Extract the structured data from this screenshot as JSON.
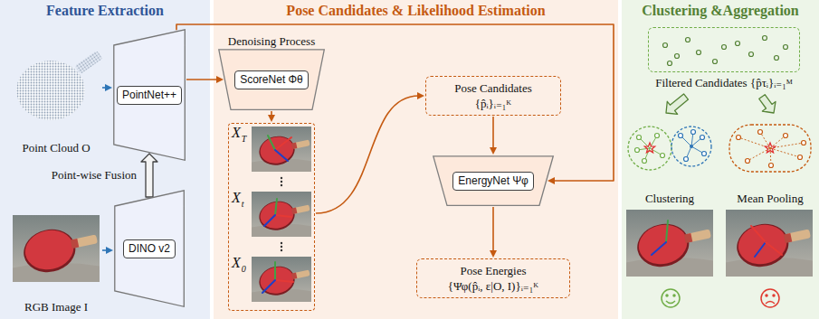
{
  "diagram": {
    "nodes": [
      {
        "text": [
          "Feature Extraction"
        ]
      },
      {
        "text": [
          "Point Cloud O"
        ],
        "in": 0
      },
      {
        "text": [
          "PointNet++"
        ],
        "in": 0
      },
      {
        "text": [
          "DINO v2"
        ],
        "in": 0
      },
      {
        "text": [
          "RGB Image I"
        ],
        "in": 0
      },
      {
        "text": [
          "Pose Candidates & Likelihood Estimation"
        ]
      },
      {
        "text": [
          "Denoising Process",
          "ScoreNet Φθ"
        ],
        "in": 5
      },
      {
        "text": [
          "XT",
          "Xt",
          "X0"
        ],
        "in": 5
      },
      {
        "text": [
          "Pose Candidates",
          "{p̂ᵢ}ᵢ₌₁ᴷ"
        ],
        "in": 5
      },
      {
        "text": [
          "EnergyNet Ψφ"
        ],
        "in": 5
      },
      {
        "text": [
          "Pose Energies",
          "{Ψφ(p̂ᵢ, ε|O, I)}ᵢ₌₁ᴷ"
        ],
        "in": 5
      },
      {
        "text": [
          "Clustering &Aggregation"
        ]
      },
      {
        "text": [
          "Filtered Candidates {p̂τᵢ}ᵢ₌₁ᴹ"
        ],
        "in": 11
      },
      {
        "text": [
          "Clustering"
        ],
        "in": 11
      },
      {
        "text": [
          "Mean Pooling"
        ],
        "in": 11
      }
    ],
    "edges": [
      {
        "from": 1,
        "to": 2,
        "arrow": "to"
      },
      {
        "from": 4,
        "to": 3,
        "arrow": "to"
      },
      {
        "from": 3,
        "to": 2,
        "arrow": "to",
        "label": "Point-wise Fusion"
      },
      {
        "from": 2,
        "to": 6,
        "arrow": "to"
      },
      {
        "from": 2,
        "to": 9,
        "arrow": "to"
      },
      {
        "from": 6,
        "to": 7,
        "arrow": "to"
      },
      {
        "from": 7,
        "to": 8,
        "arrow": "to"
      },
      {
        "from": 8,
        "to": 9,
        "arrow": "to"
      },
      {
        "from": 9,
        "to": 10,
        "arrow": "to"
      },
      {
        "from": 12,
        "to": 13,
        "arrow": "to"
      },
      {
        "from": 12,
        "to": 14,
        "arrow": "to"
      }
    ]
  }
}
